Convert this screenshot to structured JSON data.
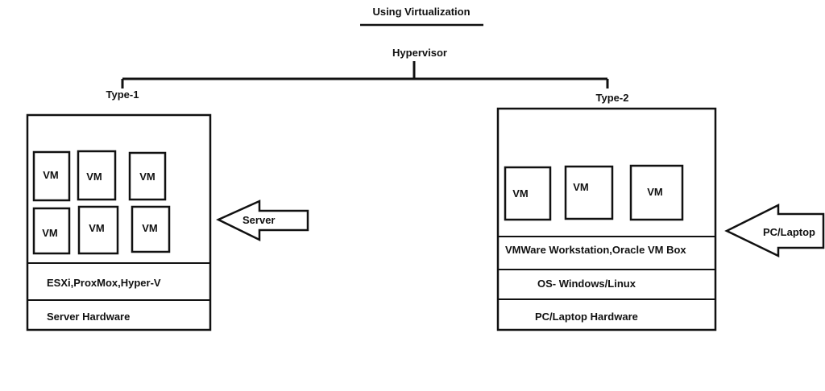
{
  "title": "Using Virtualization",
  "hypervisor": {
    "label": "Hypervisor",
    "type1_label": "Type-1",
    "type2_label": "Type-2"
  },
  "type1": {
    "vm_labels": [
      "VM",
      "VM",
      "VM",
      "VM",
      "VM",
      "VM"
    ],
    "hypervisor_layer": "ESXi,ProxMox,Hyper-V",
    "hardware_layer": "Server Hardware",
    "arrow_label": "Server"
  },
  "type2": {
    "vm_labels": [
      "VM",
      "VM",
      "VM"
    ],
    "hypervisor_layer": "VMWare Workstation,Oracle VM Box",
    "os_layer": "OS- Windows/Linux",
    "hardware_layer": "PC/Laptop Hardware",
    "arrow_label": "PC/Laptop"
  },
  "colors": {
    "stroke": "#111111",
    "background": "#ffffff"
  }
}
